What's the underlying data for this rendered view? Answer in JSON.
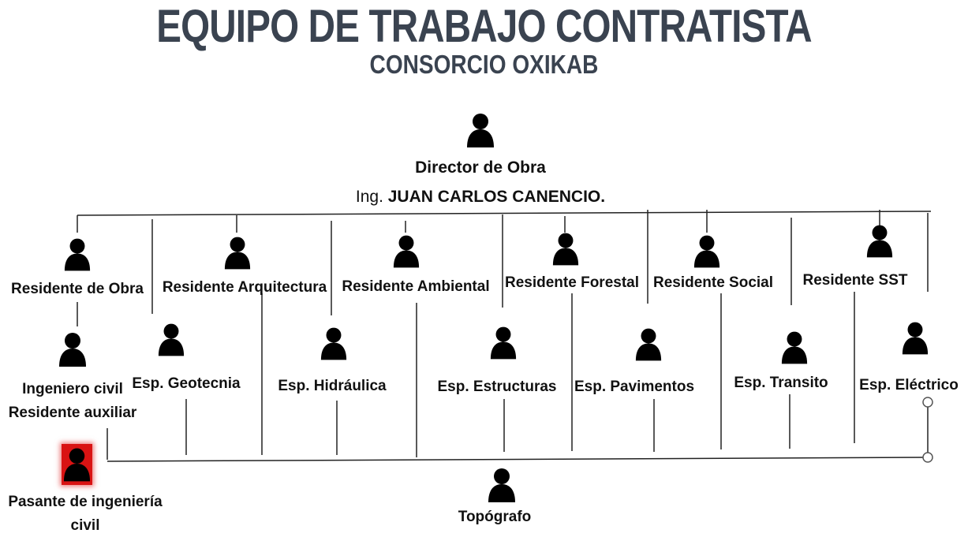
{
  "title": "EQUIPO DE TRABAJO CONTRATISTA",
  "subtitle": "CONSORCIO OXIKAB",
  "director": {
    "role": "Director de Obra",
    "prefix": "Ing. ",
    "name": "JUAN CARLOS CANENCIO."
  },
  "residentes": [
    "Residente de Obra",
    "Residente Arquitectura",
    "Residente Ambiental",
    "Residente Forestal",
    "Residente Social",
    "Residente SST"
  ],
  "ingeniero": {
    "line1": "Ingeniero civil",
    "line2": "Residente auxiliar"
  },
  "especialistas": [
    "Esp. Geotecnia",
    "Esp. Hidráulica",
    "Esp. Estructuras",
    "Esp. Pavimentos",
    "Esp. Transito",
    "Esp. Eléctrico"
  ],
  "pasante": {
    "line1": "Pasante de ingeniería",
    "line2": "civil"
  },
  "topografo": "Topógrafo",
  "colors": {
    "title": "#3a4350",
    "line": "#222222",
    "highlight": "#d91313"
  },
  "icon_name": "person-icon"
}
